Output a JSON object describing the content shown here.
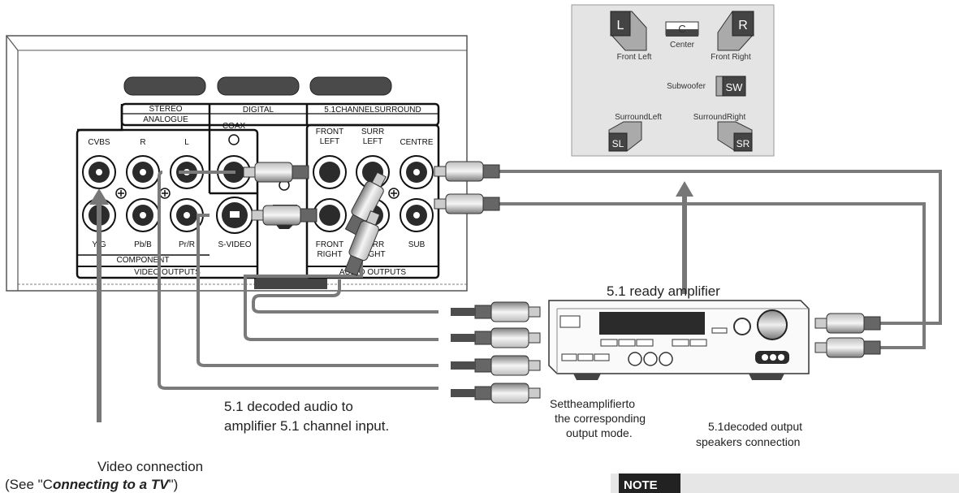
{
  "player_panel": {
    "groups": {
      "stereo": [
        "STEREO",
        "ANALOGUE"
      ],
      "digital": "DIGITAL",
      "surround": "5.1CHANNELSURROUND"
    },
    "jacks": {
      "cvbs": "CVBS",
      "r": "R",
      "l": "L",
      "coax": "COAX",
      "front_left": [
        "FRONT",
        "LEFT"
      ],
      "surr_left": [
        "SURR",
        "LEFT"
      ],
      "centre": "CENTRE",
      "y_g": "Y/G",
      "pb_b": "Pb/B",
      "pr_r": "Pr/R",
      "s_video": "S-VIDEO",
      "front_right": [
        "FRONT",
        "RIGHT"
      ],
      "surr_right": [
        "SURR",
        "RIGHT"
      ],
      "sub": "SUB"
    },
    "section_labels": {
      "component": "COMPONENT",
      "video_outputs": "VIDEO OUTPUTS",
      "audio_outputs": "AUDIO OUTPUTS"
    }
  },
  "speakers": {
    "front_left": {
      "badge": "L",
      "label": "Front Left"
    },
    "center": {
      "badge": "C",
      "label": "Center"
    },
    "front_right": {
      "badge": "R",
      "label": "Front Right"
    },
    "subwoofer": {
      "badge": "SW",
      "label": "Subwoofer"
    },
    "surround_left": {
      "badge": "SL",
      "label": "SurroundLeft"
    },
    "surround_right": {
      "badge": "SR",
      "label": "SurroundRight"
    }
  },
  "captions": {
    "amplifier": "5.1 ready amplifier",
    "decoded_audio": [
      "5.1 decoded audio to",
      "amplifier 5.1 channel input."
    ],
    "set_amplifier": [
      "Settheamplifierto",
      "the corresponding",
      "output mode."
    ],
    "speakers_connection": [
      "5.1decoded output",
      "speakers connection"
    ],
    "video_connection": "Video connection",
    "see_tv_prefix": "(See \"C",
    "see_tv_emphasis": "onnecting to a TV",
    "see_tv_suffix": "\")"
  },
  "note": {
    "label": "NOTE"
  },
  "colors": {
    "panel_fill": "#ffffff",
    "speaker_box": "#e4e4e4",
    "cable": "#7a7a7a",
    "jack": "#2b2b2b"
  }
}
